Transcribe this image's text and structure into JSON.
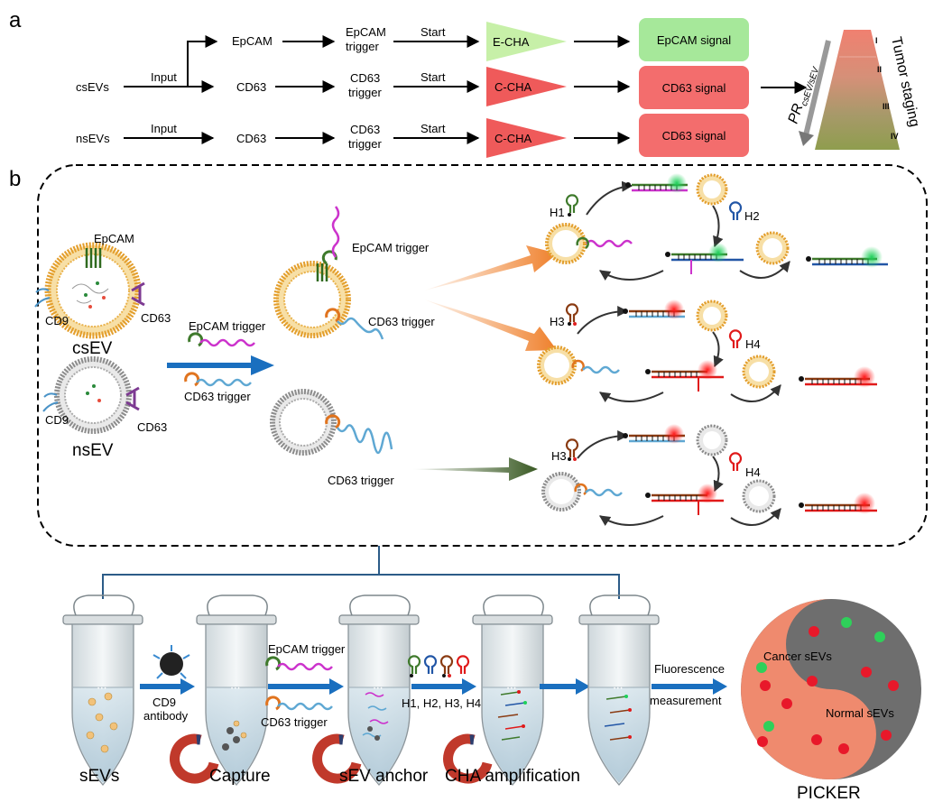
{
  "panel_a": {
    "label": "a",
    "row1": {
      "input_label": "csEVs",
      "arrow_label": "Input",
      "target1": "EpCAM",
      "trigger1_line1": "EpCAM",
      "trigger1_line2": "trigger",
      "start1": "Start",
      "cha1": "E-CHA",
      "signal1": "EpCAM signal",
      "target2": "CD63",
      "trigger2_line1": "CD63",
      "trigger2_line2": "trigger",
      "start2": "Start",
      "cha2": "C-CHA",
      "signal2": "CD63 signal"
    },
    "row2": {
      "input_label": "nsEVs",
      "arrow_label": "Input",
      "target": "CD63",
      "trigger_line1": "CD63",
      "trigger_line2": "trigger",
      "start": "Start",
      "cha": "C-CHA",
      "signal": "CD63 signal"
    },
    "staging": {
      "title": "Tumor staging",
      "ratio_main": "PR",
      "ratio_sub": "csEV/sEV",
      "stages": [
        "I",
        "II",
        "III",
        "IV"
      ]
    }
  },
  "panel_b": {
    "label": "b",
    "csev": {
      "name": "csEV",
      "marker_top": "EpCAM",
      "marker_left": "CD9",
      "marker_right": "CD63"
    },
    "nsev": {
      "name": "nsEV",
      "marker_left": "CD9",
      "marker_right": "CD63"
    },
    "reagents": {
      "trigger1": "EpCAM trigger",
      "trigger2": "CD63 trigger"
    },
    "complex_labels": {
      "epcam": "EpCAM trigger",
      "cd63": "CD63 trigger",
      "cd63_ns": "CD63 trigger"
    },
    "hairpins": {
      "h1": "H1",
      "h2": "H2",
      "h3": "H3",
      "h4": "H4",
      "h3b": "H3",
      "h4b": "H4"
    }
  },
  "workflow": {
    "steps": [
      {
        "label": "sEVs"
      },
      {
        "label": "Capture"
      },
      {
        "label": "sEV anchor"
      },
      {
        "label": "CHA amplification"
      },
      {
        "label": ""
      }
    ],
    "arrows": {
      "step1_line1": "CD9",
      "step1_line2": "antibody",
      "step2_top": "EpCAM trigger",
      "step2_bottom": "CD63 trigger",
      "step3": "H1, H2, H3, H4",
      "step5_line1": "Fluorescence",
      "step5_line2": "measurement"
    },
    "picker": {
      "name": "PICKER",
      "cancer": "Cancer sEVs",
      "normal": "Normal sEVs"
    }
  },
  "colors": {
    "epcam_signal": "#a6e89a",
    "cd63_signal": "#f36d6d",
    "e_cha": "#c7f0a8",
    "c_cha": "#ef5a5a",
    "blue_arrow": "#1a6fbf",
    "orange_arrow": "#ef7f2a",
    "dark_green_arrow": "#3a5a24"
  }
}
